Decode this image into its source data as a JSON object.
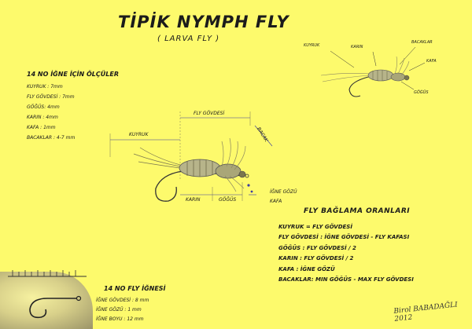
{
  "title": "TİPİK NYMPH FLY",
  "subtitle": "( LARVA FLY )",
  "specs": {
    "heading": "14 NO İĞNE İÇİN ÖLÇÜLER",
    "items": [
      "KUYRUK  :  7mm",
      "FLY GÖVDESİ  :  7mm",
      "GÖĞÜS: 4mm",
      "KARIN : 4mm",
      "KAFA : 1mm",
      "BACAKLAR : 4-7 mm"
    ]
  },
  "main_diagram": {
    "labels": {
      "fly_body": "FLY GÖVDESİ",
      "tail": "KUYRUK",
      "legs": "BACAK",
      "belly": "KARIN",
      "chest": "GÖĞÜS",
      "head": "KAFA",
      "hook_eye": "İĞNE GÖZÜ"
    }
  },
  "small_diagram": {
    "labels": {
      "tail": "KUYRUK",
      "belly": "KARIN",
      "legs": "BACAKLAR",
      "head": "KAFA",
      "chest": "GÖĞÜS"
    }
  },
  "ratios": {
    "heading": "FLY  BAĞLAMA ORANLARI",
    "items": [
      "KUYRUK  =   FLY GÖVDESİ",
      "FLY GÖVDESİ : İĞNE GÖVDESİ - FLY KAFASI",
      "GÖĞÜS : FLY GÖVDESİ / 2",
      "KARIN : FLY GÖVDESİ / 2",
      "KAFA : İĞNE  GÖZÜ",
      "BACAKLAR: MIN GÖĞÜS - MAX FLY GÖVDESI"
    ]
  },
  "hook": {
    "heading": "14 NO FLY İĞNESİ",
    "items": [
      "İĞNE GÖVDESİ : 8 mm",
      "İĞNE GÖZÜ : 1 mm",
      "İĞNE BOYU : 12 mm"
    ]
  },
  "signature": "Birol BABADAĞLI 2012",
  "colors": {
    "background": "#fdfa6c",
    "ink": "#1a1a1a",
    "body_fill": "#b7b48a",
    "dimension_line": "#3d3da0"
  }
}
